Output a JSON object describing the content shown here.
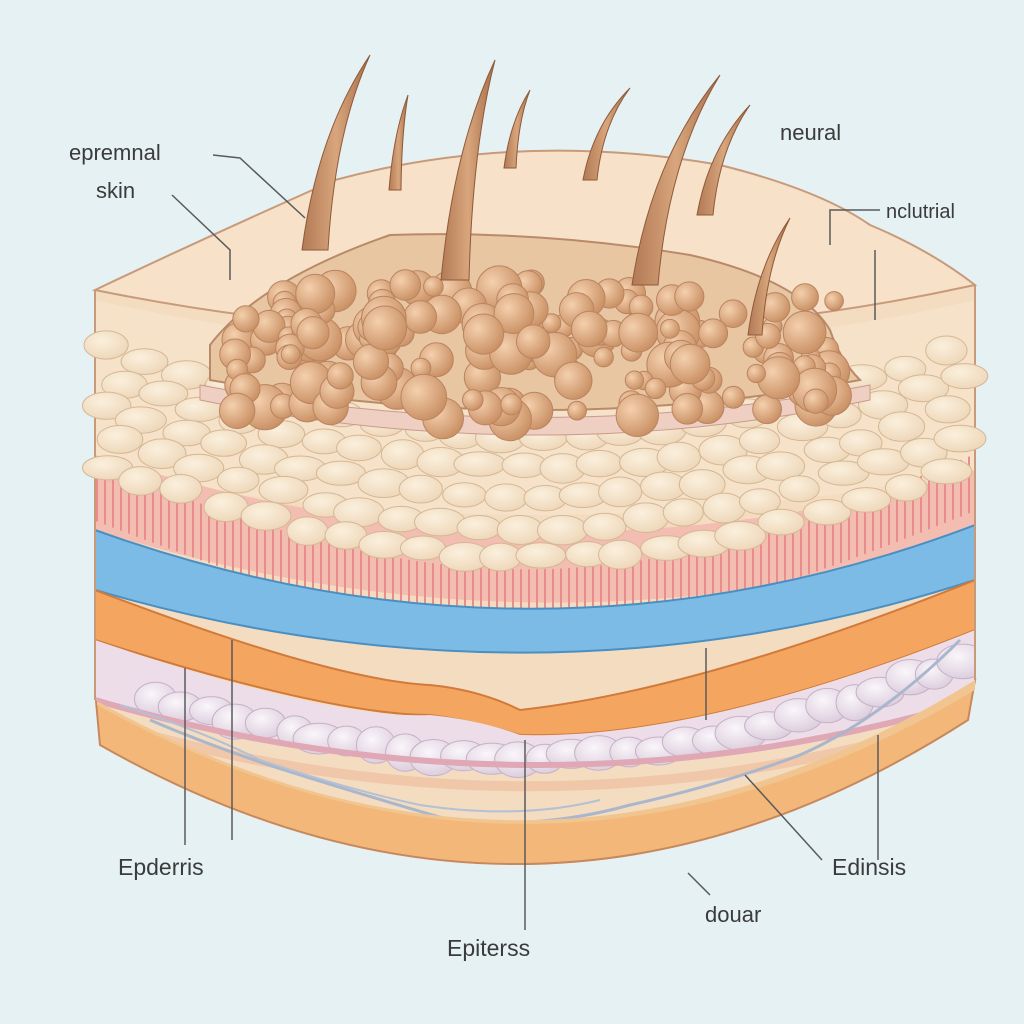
{
  "labels": {
    "epremnal": "epremnal",
    "skin": "skin",
    "neural": "neural",
    "nclutrial": "nclutrial",
    "epderris": "Epderris",
    "epiterss": "Epiterss",
    "douar": "douar",
    "edinsis": "Edinsis"
  },
  "colors": {
    "background": "#e6f1f4",
    "skin_surface": "#f6dfc6",
    "fat_globule": "#d8a57c",
    "pink_layer": "#f2b4b0",
    "blue_vessel": "#6ab0e0",
    "orange_layer": "#f3a25c",
    "lavender_layer": "#e6dbe6",
    "outline": "#b98a6a"
  },
  "icons": [
    "hair-icon"
  ]
}
